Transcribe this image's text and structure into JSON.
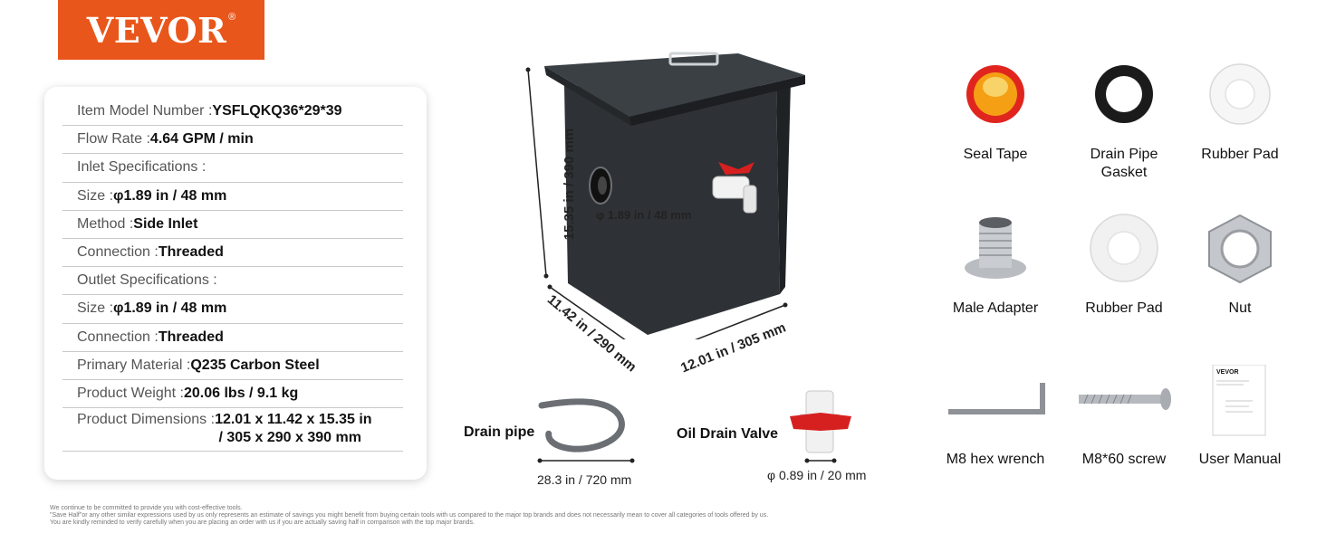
{
  "brand": {
    "name": "VEVOR",
    "reg": "®",
    "color": "#e9561b"
  },
  "specs": [
    {
      "label": "Item Model Number : ",
      "value": "YSFLQKQ36*29*39"
    },
    {
      "label": "Flow Rate : ",
      "value": "4.64 GPM / min"
    },
    {
      "label": "Inlet Specifications :",
      "value": ""
    },
    {
      "label": "Size : ",
      "value": "φ1.89 in / 48 mm"
    },
    {
      "label": "Method : ",
      "value": "Side Inlet"
    },
    {
      "label": "Connection :",
      "value": "Threaded"
    },
    {
      "label": "Outlet Specifications :",
      "value": ""
    },
    {
      "label": "Size : ",
      "value": "φ1.89 in / 48 mm"
    },
    {
      "label": "Connection : ",
      "value": "Threaded"
    },
    {
      "label": "Primary Material :",
      "value": "Q235 Carbon Steel"
    },
    {
      "label": "Product Weight :",
      "value": "20.06 lbs / 9.1 kg"
    },
    {
      "label": "Product Dimensions :",
      "value": "12.01 x 11.42 x 15.35 in\n / 305 x 290 x 390 mm"
    }
  ],
  "product": {
    "height_dim": "15.35 in / 390 mm",
    "depth_dim": "11.42 in / 290 mm",
    "width_dim": "12.01 in / 305 mm",
    "inlet_dim": "φ 1.89 in / 48 mm",
    "body_color": "#2e3236"
  },
  "accessories": {
    "drain_pipe": {
      "label": "Drain pipe",
      "dim": "28.3 in / 720 mm"
    },
    "oil_valve": {
      "label": "Oil Drain Valve",
      "dim": "φ 0.89 in / 20 mm"
    }
  },
  "parts": [
    {
      "label": "Seal Tape",
      "icon": "seal-tape-icon"
    },
    {
      "label": "Drain Pipe\nGasket",
      "icon": "gasket-icon"
    },
    {
      "label": "Rubber Pad",
      "icon": "rubber-pad-icon"
    },
    {
      "label": "Male Adapter",
      "icon": "male-adapter-icon"
    },
    {
      "label": "Rubber Pad",
      "icon": "rubber-pad-icon"
    },
    {
      "label": "Nut",
      "icon": "hex-nut-icon"
    },
    {
      "label": "M8 hex wrench",
      "icon": "hex-wrench-icon"
    },
    {
      "label": "M8*60 screw",
      "icon": "screw-icon"
    },
    {
      "label": "User Manual",
      "icon": "manual-icon"
    }
  ],
  "manual_brand": "VEVOR",
  "disclaimer": [
    "We continue to be committed to provide you with cost-effective tools.",
    "\"Save Half\"or any other similar expressions used by us only represents an estimate of savings you might benefit from buying certain tools with us compared to the major top brands and does not necessarily mean to cover all categories of tools offered by us.",
    "You are kindly reminded to verify carefully when you are placing an order with us if you are actually saving half in comparison with the top major brands."
  ]
}
